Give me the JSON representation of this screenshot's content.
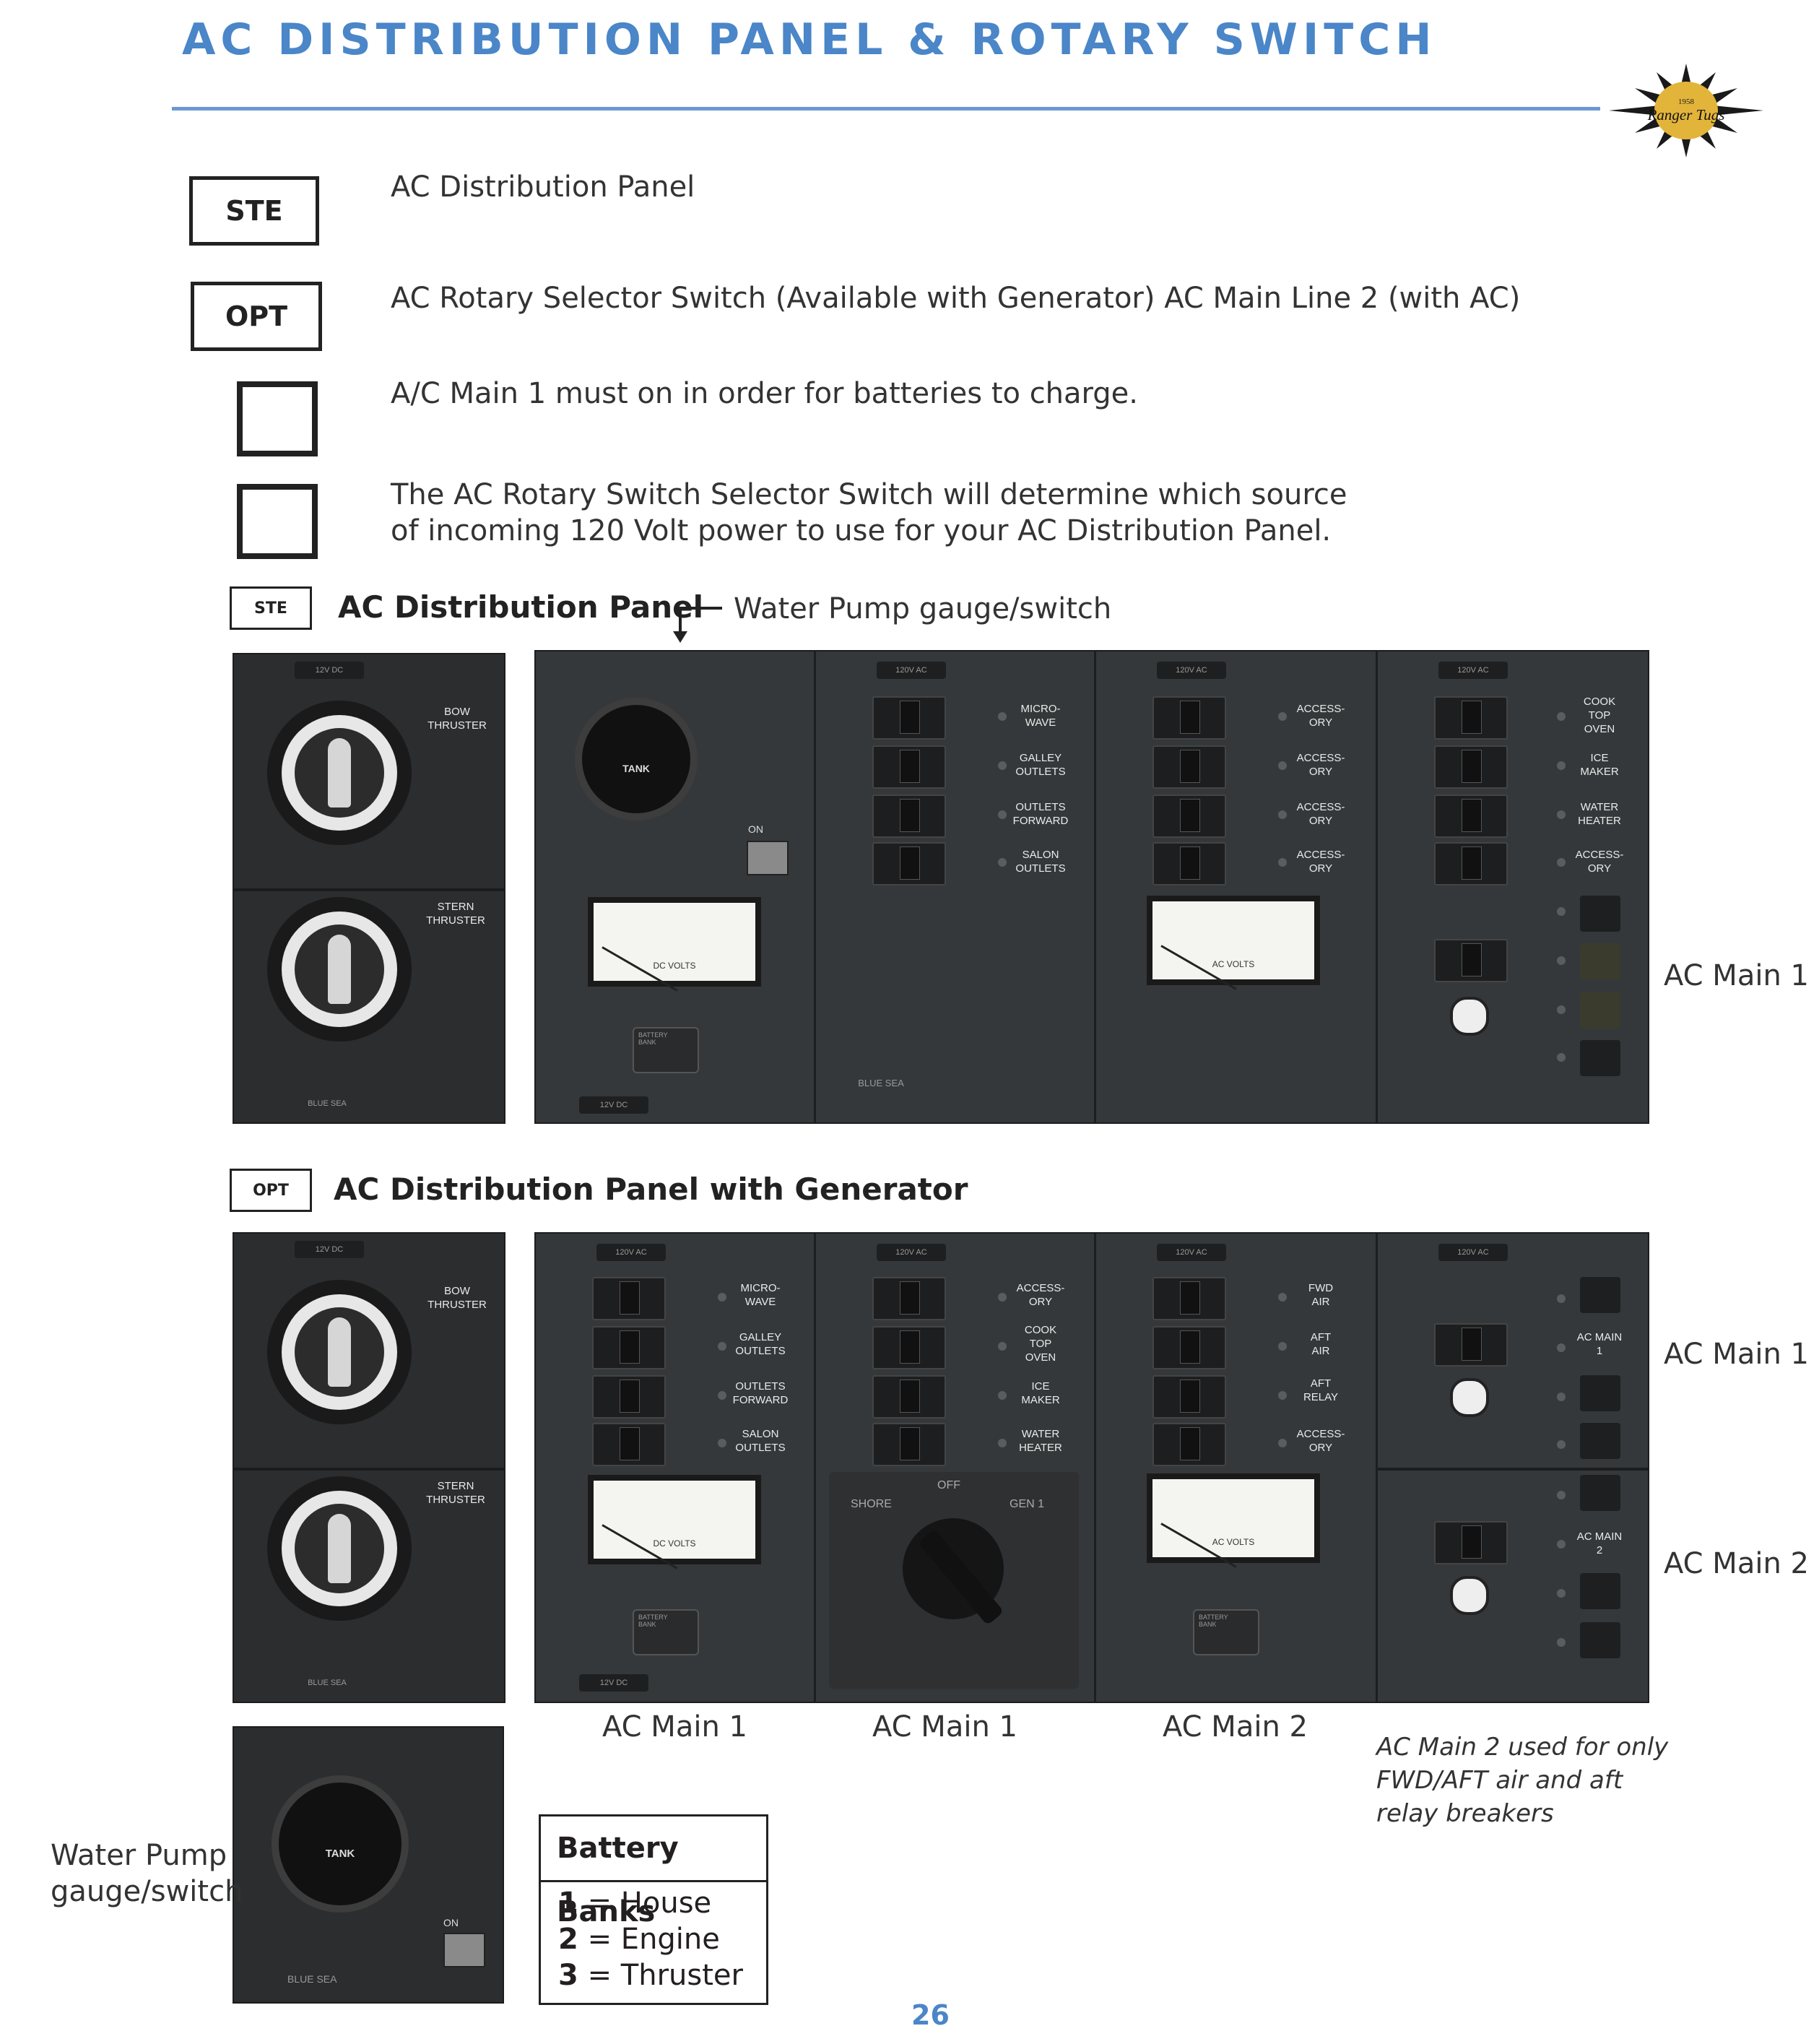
{
  "header": {
    "title": "AC DISTRIBUTION PANEL & ROTARY SWITCH",
    "logo_text": "Ranger Tugs",
    "logo_year": "1958"
  },
  "legend": [
    {
      "badge": "STE",
      "text": "AC Distribution Panel"
    },
    {
      "badge": "OPT",
      "text": "AC Rotary Selector Switch (Available with Generator) AC Main Line 2 (with AC)"
    },
    {
      "badge": "",
      "text": "A/C Main 1 must on in order for batteries to charge."
    },
    {
      "badge": "",
      "text": "The AC Rotary Switch Selector Switch will determine which source of incoming 120 Volt power to use for your AC Distribution Panel.",
      "lines": [
        "The AC Rotary Switch Selector Switch will determine which source",
        "of incoming 120 Volt power to use for your AC Distribution Panel."
      ]
    }
  ],
  "section1": {
    "badge": "STE",
    "title": "AC Distribution Panel",
    "callout": "Water Pump gauge/switch",
    "side_label": "AC Main 1"
  },
  "section2": {
    "badge": "OPT",
    "title": "AC Distribution Panel with Generator",
    "side_labels": [
      "AC Main 1",
      "AC Main 2"
    ],
    "bottom_labels": [
      "AC Main 1",
      "AC Main 1",
      "AC Main 2"
    ],
    "note": [
      "AC Main 2 used for only",
      "FWD/AFT air and aft",
      "relay breakers"
    ]
  },
  "water_pump_label": [
    "Water Pump",
    "gauge/switch"
  ],
  "battery_banks": {
    "title": "Battery Banks",
    "rows": [
      {
        "num": "1",
        "name": "= House"
      },
      {
        "num": "2",
        "name": "= Engine"
      },
      {
        "num": "3",
        "name": "= Thruster"
      }
    ]
  },
  "page_number": "26",
  "panel_text": {
    "tag_12vdc": "12V DC",
    "tag_120vac": "120V AC",
    "bow": [
      "BOW",
      "THRUSTER"
    ],
    "stern": [
      "STERN",
      "THRUSTER"
    ],
    "on": "ON",
    "tank": "TANK",
    "dc_volts": "DC VOLTS",
    "ac_volts": "AC VOLTS",
    "battery_bank": "BATTERY BANK",
    "brand": "BLUE SEA",
    "std_c2": [
      [
        "MICRO-",
        "WAVE"
      ],
      [
        "GALLEY",
        "OUTLETS"
      ],
      [
        "OUTLETS",
        "FORWARD"
      ],
      [
        "SALON",
        "OUTLETS"
      ]
    ],
    "std_c3": [
      [
        "ACCESS-",
        "ORY"
      ],
      [
        "ACCESS-",
        "ORY"
      ],
      [
        "ACCESS-",
        "ORY"
      ],
      [
        "ACCESS-",
        "ORY"
      ]
    ],
    "std_c4": [
      [
        "COOK",
        "TOP",
        "OVEN"
      ],
      [
        "ICE",
        "MAKER"
      ],
      [
        "WATER",
        "HEATER"
      ],
      [
        "ACCESS-",
        "ORY"
      ]
    ],
    "gen_c1": [
      [
        "MICRO-",
        "WAVE"
      ],
      [
        "GALLEY",
        "OUTLETS"
      ],
      [
        "OUTLETS",
        "FORWARD"
      ],
      [
        "SALON",
        "OUTLETS"
      ]
    ],
    "gen_c2": [
      [
        "ACCESS-",
        "ORY"
      ],
      [
        "COOK",
        "TOP",
        "OVEN"
      ],
      [
        "ICE",
        "MAKER"
      ],
      [
        "WATER",
        "HEATER"
      ]
    ],
    "gen_c3": [
      [
        "FWD",
        "AIR"
      ],
      [
        "AFT",
        "AIR"
      ],
      [
        "AFT",
        "RELAY"
      ],
      [
        "ACCESS-",
        "ORY"
      ]
    ],
    "gen_c4": [
      [
        "AC MAIN",
        "1"
      ],
      [
        "AC MAIN",
        "2"
      ]
    ],
    "rotary": {
      "off": "OFF",
      "shore": "SHORE",
      "gen": "GEN 1"
    }
  }
}
